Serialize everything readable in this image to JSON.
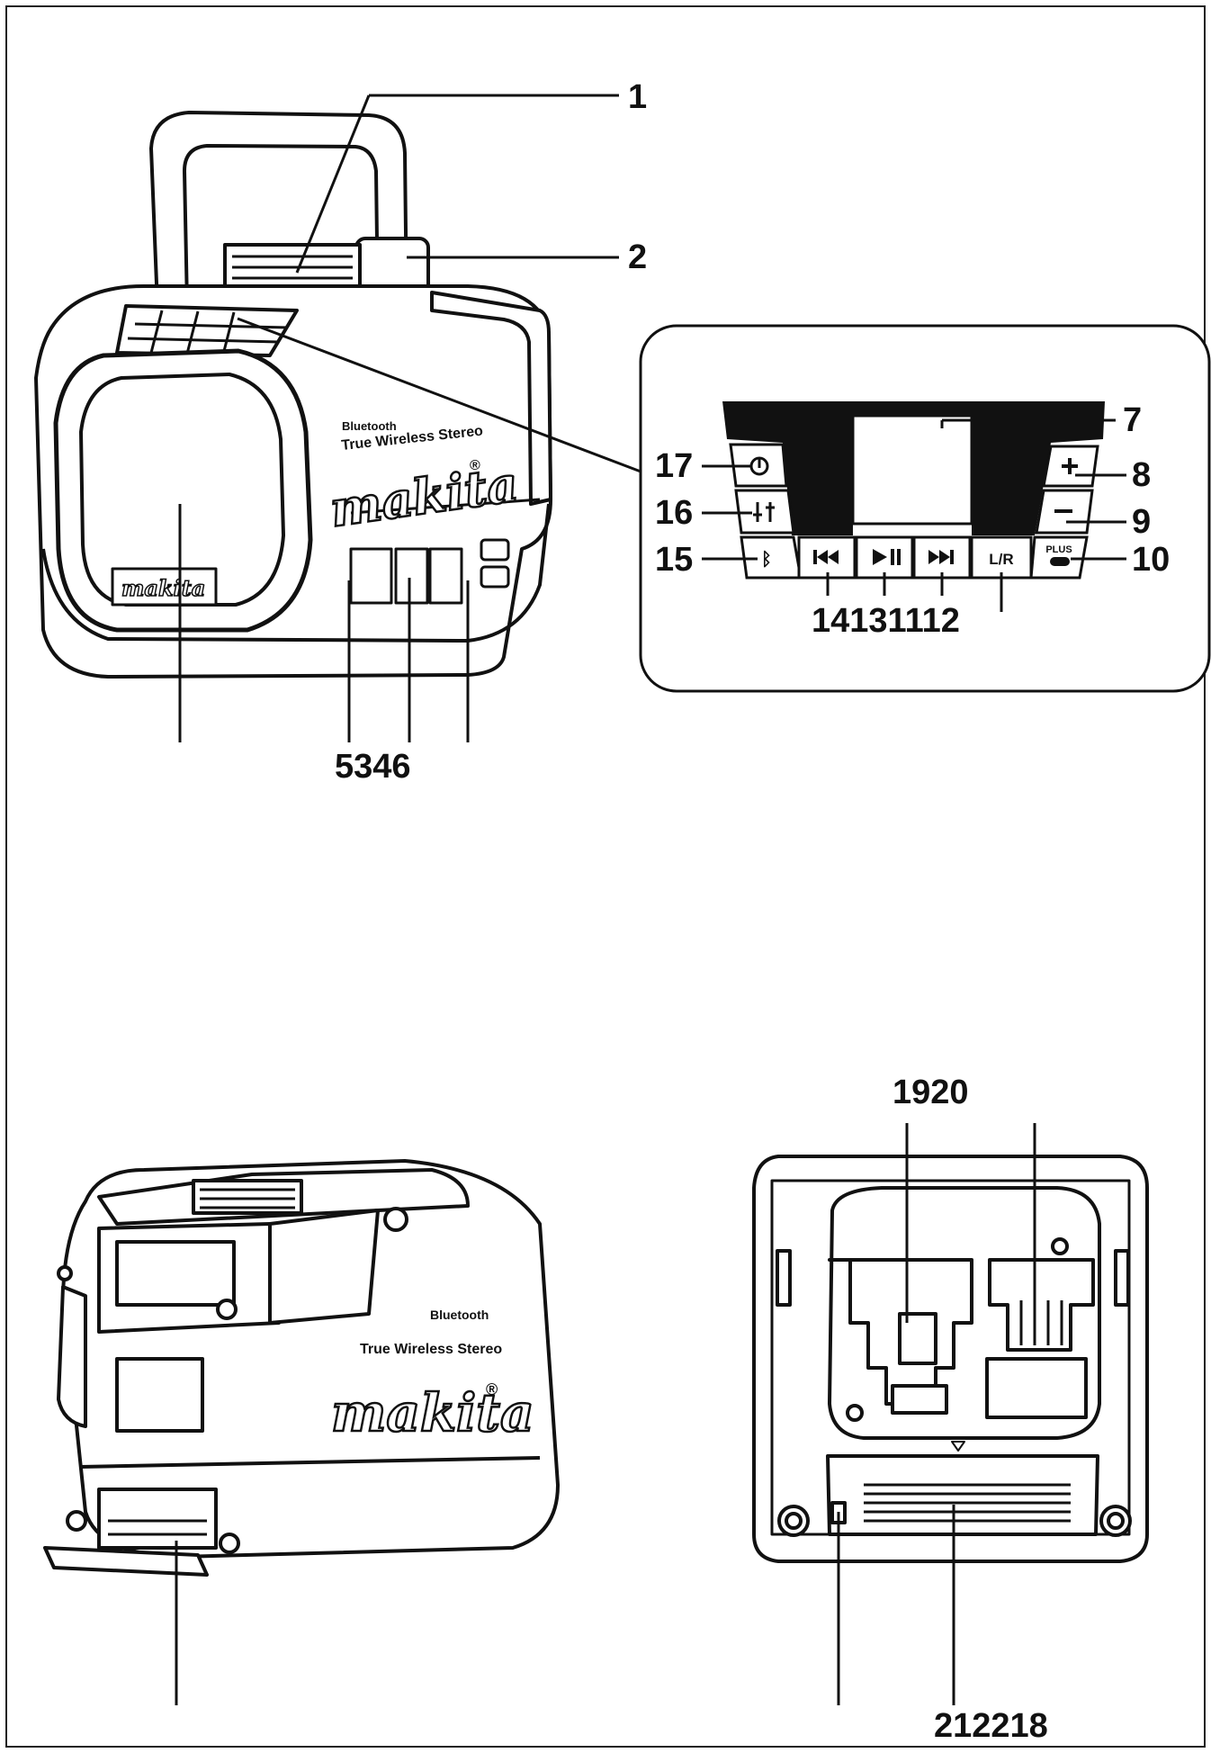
{
  "callouts": {
    "c1": "1",
    "c2": "2",
    "c7": "7",
    "c8": "8",
    "c9": "9",
    "c10": "10",
    "c15": "15",
    "c16": "16",
    "c17": "17",
    "c_front_bottom": "5346",
    "c_panel_bottom": "14131112",
    "c_back_top": "1920",
    "c_back_bottom": "212218"
  },
  "product": {
    "brand": "makita",
    "bluetooth_text": "Bluetooth",
    "tws_text": "True Wireless Stereo",
    "registered": "®"
  },
  "panel": {
    "lr_label": "L/R",
    "plus_label": "PLUS"
  }
}
